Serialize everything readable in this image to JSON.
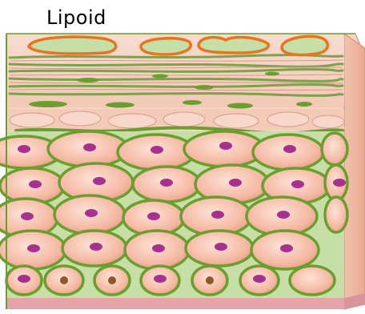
{
  "title": "Lipoid",
  "colors": {
    "lipid_fill": "#c5dfa6",
    "lipid_outline": "#e8741f",
    "membrane_green": "#6b9e2f",
    "cell_fill": "#f5b9a3",
    "cell_highlight": "#fbd8c9",
    "nucleus": "#a8318f",
    "side_face": "#f3c9b5",
    "base": "#e8a3a8",
    "stratum_line": "#d79a86"
  },
  "icons": {
    "nucleus": "purple-blob",
    "melanocyte": "brown-granule"
  }
}
